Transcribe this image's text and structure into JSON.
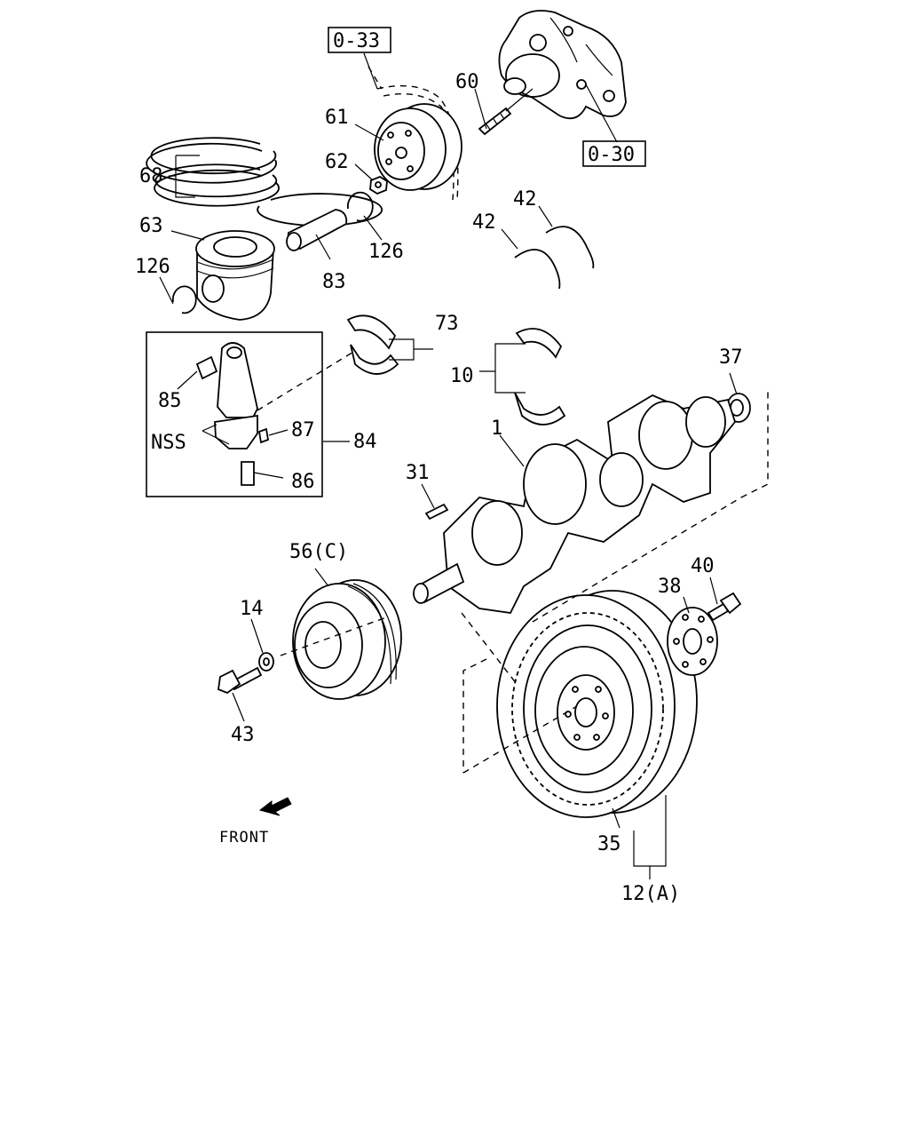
{
  "references": {
    "ref_033": "0-33",
    "ref_030": "0-30"
  },
  "labels": {
    "l1": "1",
    "l10": "10",
    "l12a": "12(A)",
    "l14": "14",
    "l31": "31",
    "l35": "35",
    "l37": "37",
    "l38": "38",
    "l40": "40",
    "l42a": "42",
    "l42b": "42",
    "l43": "43",
    "l56c": "56(C)",
    "l60": "60",
    "l61": "61",
    "l62": "62",
    "l63": "63",
    "l68": "68",
    "l73": "73",
    "l83": "83",
    "l84": "84",
    "l85": "85",
    "l86": "86",
    "l87": "87",
    "l126a": "126",
    "l126b": "126",
    "nss": "NSS"
  },
  "front_label": "FRONT"
}
